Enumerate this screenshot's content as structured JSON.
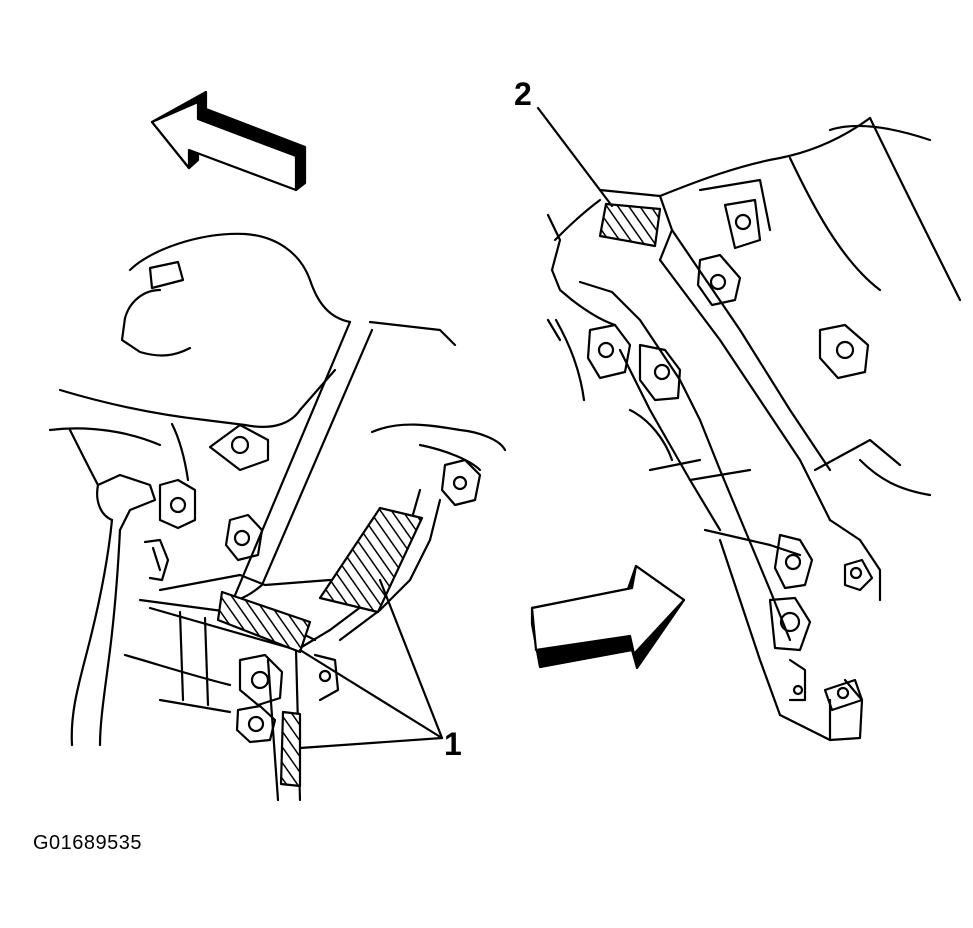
{
  "figure": {
    "id": "G01689535",
    "callouts": [
      "1",
      "2"
    ]
  },
  "colors": {
    "ink": "#000000",
    "paper": "#ffffff"
  },
  "icons": {
    "direction_arrow_left": "arrow-up-left-icon",
    "direction_arrow_right": "arrow-up-right-icon"
  }
}
